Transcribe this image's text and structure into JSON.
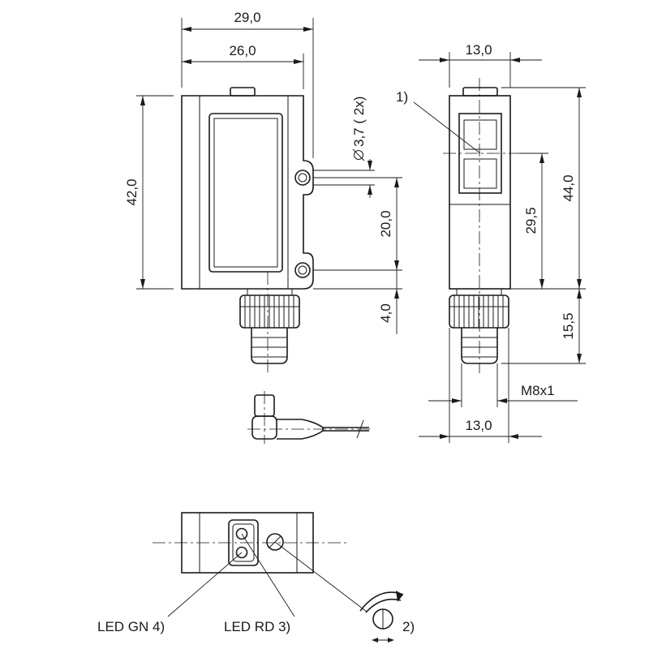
{
  "dimensions": {
    "width_overall": "29,0",
    "width_housing": "26,0",
    "height_housing": "42,0",
    "hole_diameter": "3,7 ( 2x)",
    "hole_spacing": "20,0",
    "hole_offset": "4,0",
    "side_width_top": "13,0",
    "side_height_overall": "44,0",
    "side_height_optics": "29,5",
    "connector_length": "15,5",
    "thread": "M8x1",
    "side_width_bottom": "13,0"
  },
  "callouts": {
    "optics": "1)",
    "potentiometer": "2)",
    "led_red": "LED RD 3)",
    "led_green": "LED GN 4)"
  },
  "symbols": {
    "diameter": "diameter-icon",
    "rotation": "rotation-arrow-icon"
  }
}
